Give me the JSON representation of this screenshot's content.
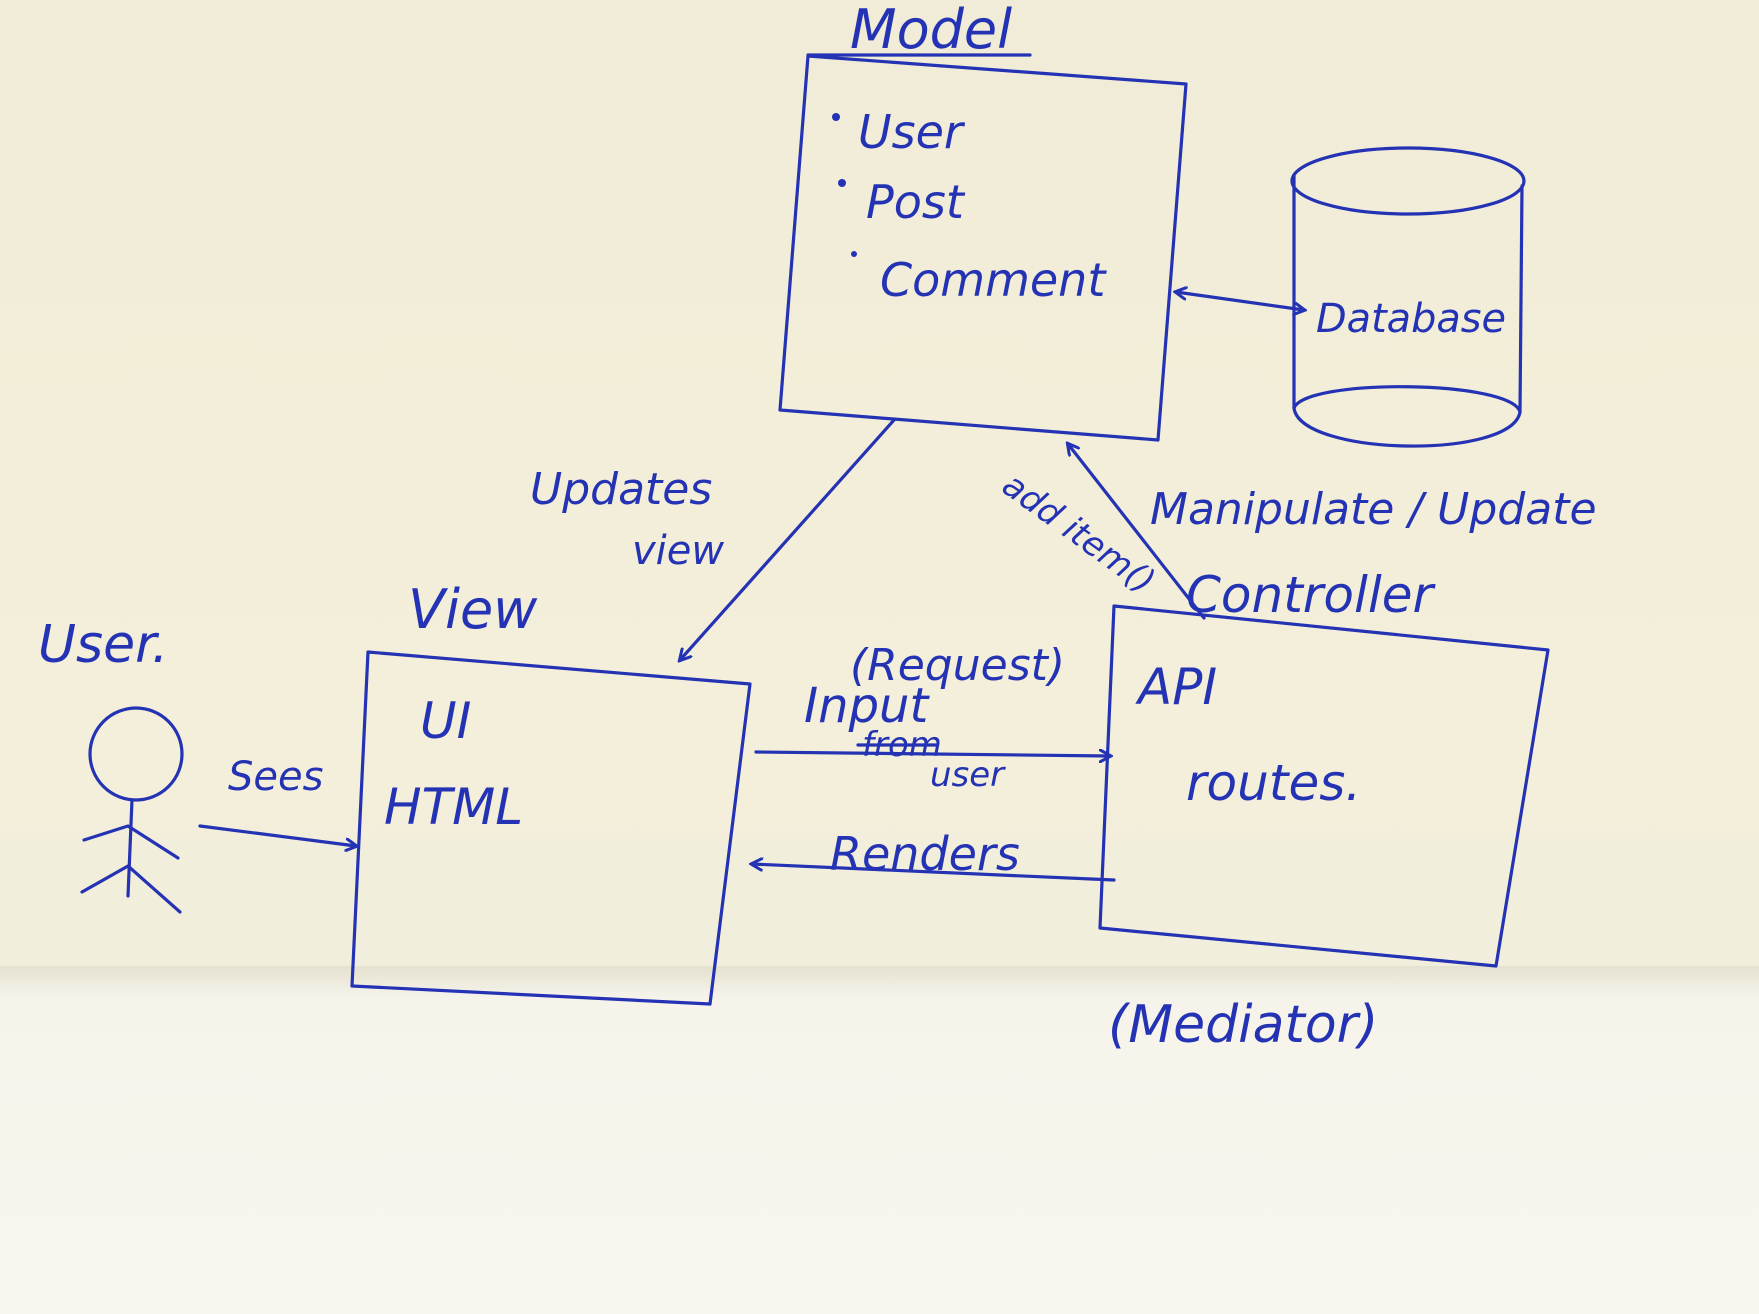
{
  "model": {
    "title": "Model",
    "items": [
      "User",
      "Post",
      "Comment"
    ]
  },
  "database": {
    "label": "Database"
  },
  "view": {
    "title": "View",
    "line1": "UI",
    "line2": "HTML"
  },
  "controller": {
    "title": "Controller",
    "line1": "API",
    "line2": "routes.",
    "note": "(Mediator)"
  },
  "user": {
    "label": "User."
  },
  "edges": {
    "sees": "Sees",
    "updates_view_1": "Updates",
    "updates_view_2": "view",
    "add_item": "add item()",
    "manipulate_update": "Manipulate / Update",
    "request": "(Request)",
    "input": "Input",
    "from": "from",
    "user": "user",
    "renders": "Renders"
  },
  "colors": {
    "ink": "#2432b4",
    "paper": "#f1ecd7"
  }
}
